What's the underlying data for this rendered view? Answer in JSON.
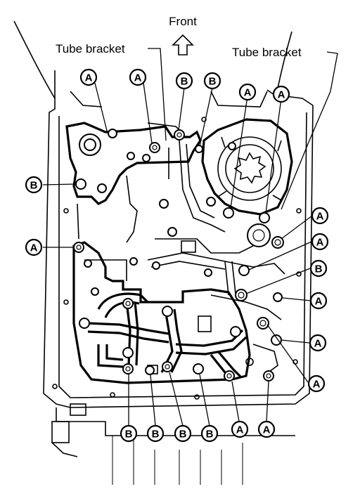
{
  "labels": {
    "front": "Front",
    "tube_bracket_left": "Tube bracket",
    "tube_bracket_right": "Tube bracket"
  },
  "callout_letters": {
    "a": "A",
    "b": "B"
  },
  "callouts": [
    {
      "letter": "A"
    },
    {
      "letter": "A"
    },
    {
      "letter": "B"
    },
    {
      "letter": "B"
    },
    {
      "letter": "A"
    },
    {
      "letter": "A"
    },
    {
      "letter": "B"
    },
    {
      "letter": "A"
    },
    {
      "letter": "A"
    },
    {
      "letter": "A"
    },
    {
      "letter": "B"
    },
    {
      "letter": "A"
    },
    {
      "letter": "A"
    },
    {
      "letter": "A"
    },
    {
      "letter": "B"
    },
    {
      "letter": "B"
    },
    {
      "letter": "B"
    },
    {
      "letter": "B"
    },
    {
      "letter": "A"
    },
    {
      "letter": "A"
    }
  ]
}
